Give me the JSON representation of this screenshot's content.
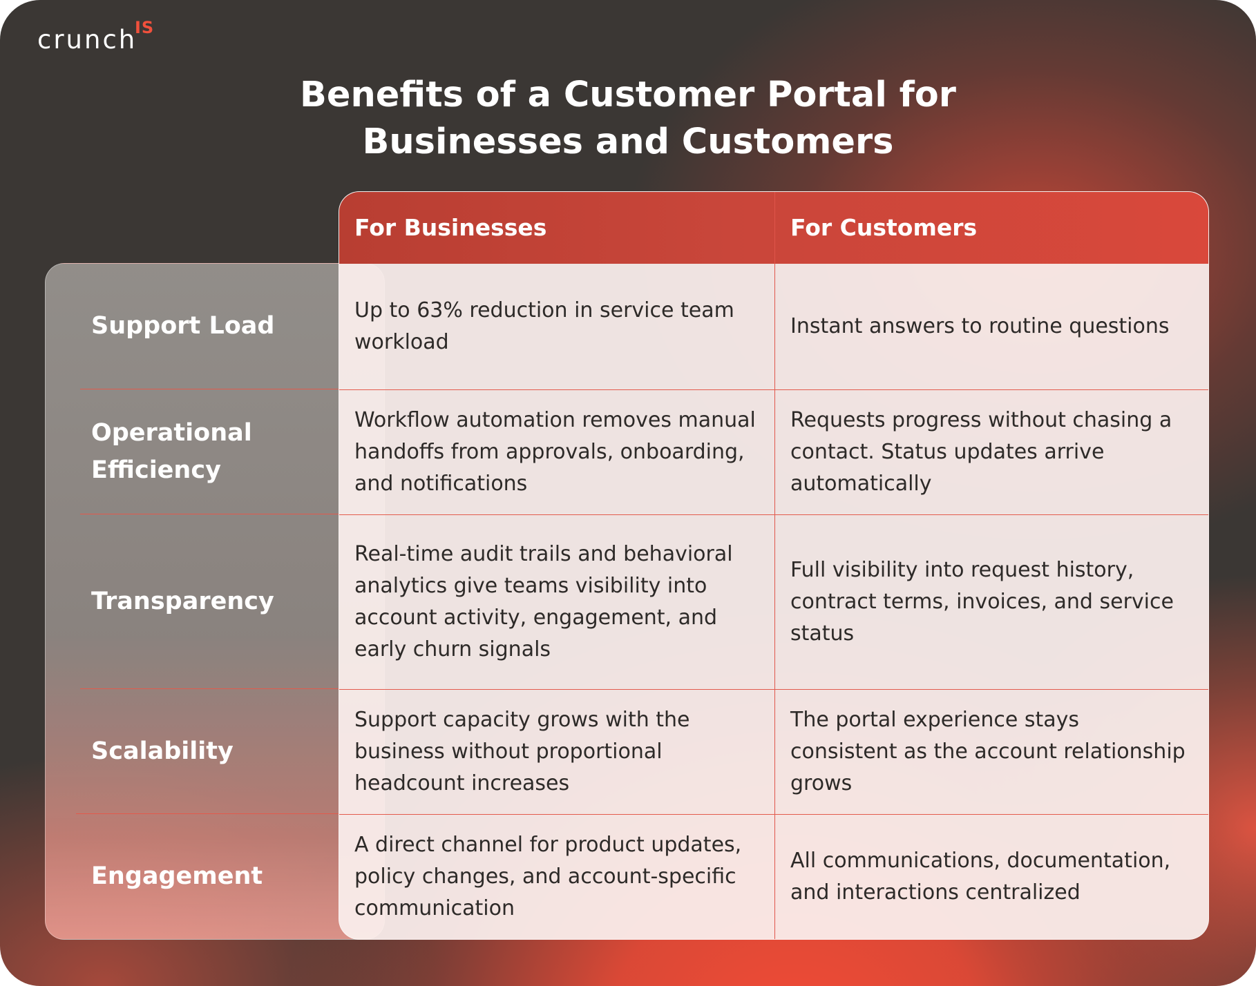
{
  "logo": {
    "word": "crunch",
    "superscript": "IS"
  },
  "title": {
    "line1": "Benefits of a Customer Portal for",
    "line2": "Businesses and Customers"
  },
  "table": {
    "headers": [
      "For Businesses",
      "For Customers"
    ],
    "rows": [
      {
        "label": "Support Load",
        "business": "Up to 63% reduction in service team workload",
        "customer": "Instant answers to routine questions"
      },
      {
        "label": "Operational Efficiency",
        "business": "Workflow automation removes manual handoffs from approvals, onboarding, and notifications",
        "customer": "Requests progress without chasing a contact. Status updates arrive automatically"
      },
      {
        "label": "Transparency",
        "business": "Real-time audit trails and behavioral analytics give teams visibility into account activity, engagement, and early churn signals",
        "customer": "Full visibility into request history, contract terms, invoices, and service status"
      },
      {
        "label": "Scalability",
        "business": "Support capacity grows with the business without proportional headcount increases",
        "customer": "The portal experience stays consistent as the account relationship grows"
      },
      {
        "label": "Engagement",
        "business": "A direct channel for product updates, policy changes, and account-specific communication",
        "customer": "All communications, documentation, and interactions centralized"
      }
    ]
  },
  "colors": {
    "background": "#3b3734",
    "accent": "#d9483b",
    "logo_accent": "#f0503c",
    "cell_text": "#2d2a28"
  }
}
